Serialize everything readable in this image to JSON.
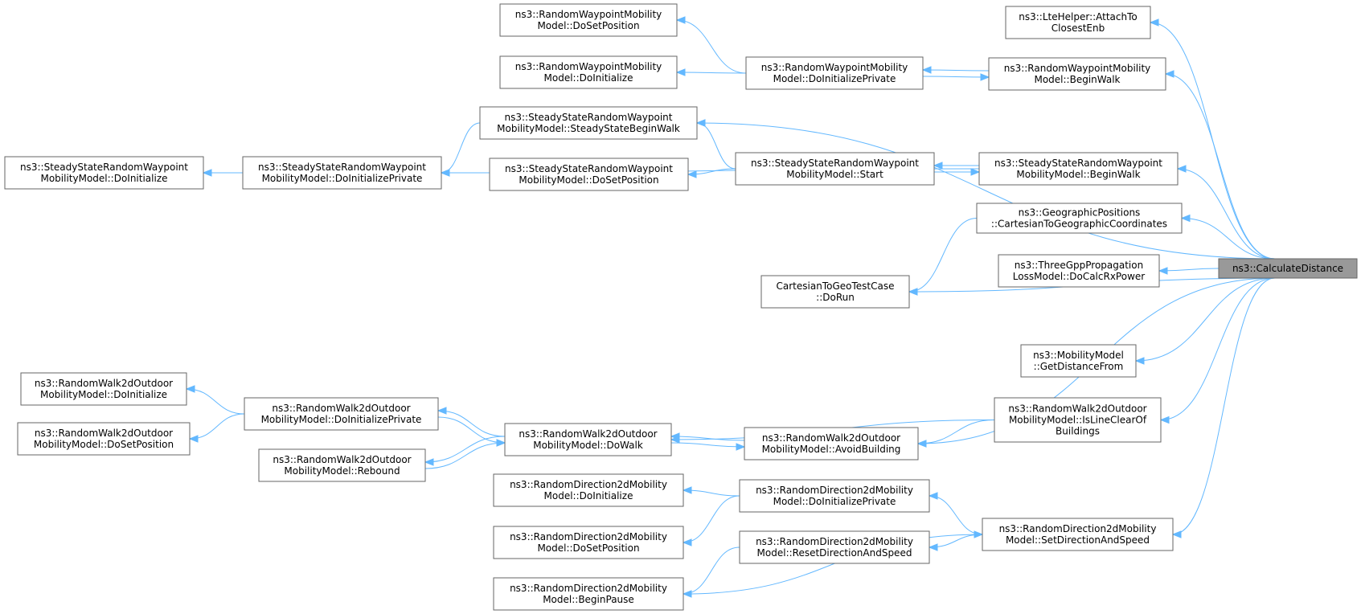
{
  "graph": {
    "title": "",
    "root": "calc",
    "nodes": {
      "calc": [
        "ns3::CalculateDistance"
      ],
      "lte": [
        "ns3::LteHelper::AttachTo",
        "ClosestEnb"
      ],
      "rwpBW": [
        "ns3::RandomWaypointMobility",
        "Model::BeginWalk"
      ],
      "rwpSP": [
        "ns3::RandomWaypointMobility",
        "Model::DoSetPosition"
      ],
      "rwpDI": [
        "ns3::RandomWaypointMobility",
        "Model::DoInitialize"
      ],
      "rwpDIP": [
        "ns3::RandomWaypointMobility",
        "Model::DoInitializePrivate"
      ],
      "ssSBW": [
        "ns3::SteadyStateRandomWaypoint",
        "MobilityModel::SteadyStateBeginWalk"
      ],
      "ssDI": [
        "ns3::SteadyStateRandomWaypoint",
        "MobilityModel::DoInitialize"
      ],
      "ssDIP": [
        "ns3::SteadyStateRandomWaypoint",
        "MobilityModel::DoInitializePrivate"
      ],
      "ssSP": [
        "ns3::SteadyStateRandomWaypoint",
        "MobilityModel::DoSetPosition"
      ],
      "ssSt": [
        "ns3::SteadyStateRandomWaypoint",
        "MobilityModel::Start"
      ],
      "ssBW": [
        "ns3::SteadyStateRandomWaypoint",
        "MobilityModel::BeginWalk"
      ],
      "geo": [
        "ns3::GeographicPositions",
        "::CartesianToGeographicCoordinates"
      ],
      "tgpp": [
        "ns3::ThreeGppPropagation",
        "LossModel::DoCalcRxPower"
      ],
      "cgt": [
        "CartesianToGeoTestCase",
        "::DoRun"
      ],
      "mmGDF": [
        "ns3::MobilityModel",
        "::GetDistanceFrom"
      ],
      "rwDI": [
        "ns3::RandomWalk2dOutdoor",
        "MobilityModel::DoInitialize"
      ],
      "rwSP": [
        "ns3::RandomWalk2dOutdoor",
        "MobilityModel::DoSetPosition"
      ],
      "rwDIP": [
        "ns3::RandomWalk2dOutdoor",
        "MobilityModel::DoInitializePrivate"
      ],
      "rwRB": [
        "ns3::RandomWalk2dOutdoor",
        "MobilityModel::Rebound"
      ],
      "rwDW": [
        "ns3::RandomWalk2dOutdoor",
        "MobilityModel::DoWalk"
      ],
      "rwAB": [
        "ns3::RandomWalk2dOutdoor",
        "MobilityModel::AvoidBuilding"
      ],
      "rwILC": [
        "ns3::RandomWalk2dOutdoor",
        "MobilityModel::IsLineClearOf",
        "Buildings"
      ],
      "rdDI": [
        "ns3::RandomDirection2dMobility",
        "Model::DoInitialize"
      ],
      "rdSP": [
        "ns3::RandomDirection2dMobility",
        "Model::DoSetPosition"
      ],
      "rdBP": [
        "ns3::RandomDirection2dMobility",
        "Model::BeginPause"
      ],
      "rdDIP": [
        "ns3::RandomDirection2dMobility",
        "Model::DoInitializePrivate"
      ],
      "rdRDS": [
        "ns3::RandomDirection2dMobility",
        "Model::ResetDirectionAndSpeed"
      ],
      "rdSDS": [
        "ns3::RandomDirection2dMobility",
        "Model::SetDirectionAndSpeed"
      ]
    },
    "edges": [
      [
        "lte",
        "calc"
      ],
      [
        "rwpBW",
        "calc"
      ],
      [
        "ssSBW",
        "calc"
      ],
      [
        "ssBW",
        "calc"
      ],
      [
        "geo",
        "calc"
      ],
      [
        "tgpp",
        "calc"
      ],
      [
        "cgt",
        "calc"
      ],
      [
        "mmGDF",
        "calc"
      ],
      [
        "rwILC",
        "calc"
      ],
      [
        "rwAB",
        "calc"
      ],
      [
        "rdSDS",
        "calc"
      ],
      [
        "rwpSP",
        "rwpDIP"
      ],
      [
        "rwpDI",
        "rwpDIP"
      ],
      [
        "rwpDIP",
        "rwpBW"
      ],
      [
        "rwpBW",
        "rwpDIP"
      ],
      [
        "ssDIP",
        "ssSBW"
      ],
      [
        "ssDI",
        "ssDIP"
      ],
      [
        "ssSBW",
        "ssSt"
      ],
      [
        "ssSP",
        "ssSt"
      ],
      [
        "ssSt",
        "ssBW"
      ],
      [
        "ssBW",
        "ssSt"
      ],
      [
        "ssDIP",
        "ssBW"
      ],
      [
        "cgt",
        "geo"
      ],
      [
        "rwDI",
        "rwDIP"
      ],
      [
        "rwSP",
        "rwDIP"
      ],
      [
        "rwDIP",
        "rwDW"
      ],
      [
        "rwDW",
        "rwDIP"
      ],
      [
        "rwRB",
        "rwDW"
      ],
      [
        "rwDW",
        "rwRB"
      ],
      [
        "rwDW",
        "rwAB"
      ],
      [
        "rwAB",
        "rwDW"
      ],
      [
        "rwDW",
        "rwILC"
      ],
      [
        "rwAB",
        "rwILC"
      ],
      [
        "rdDI",
        "rdDIP"
      ],
      [
        "rdSP",
        "rdDIP"
      ],
      [
        "rdDIP",
        "rdSDS"
      ],
      [
        "rdRDS",
        "rdSDS"
      ],
      [
        "rdBP",
        "rdRDS"
      ],
      [
        "rdSDS",
        "rdBP"
      ]
    ]
  },
  "colors": {
    "edge": "#63b8ff",
    "node_border": "#666666",
    "node_fill": "#ffffff",
    "root_fill": "#999999"
  }
}
